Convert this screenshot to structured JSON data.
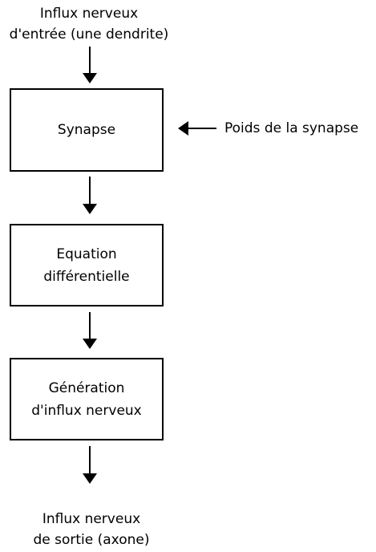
{
  "input_label": {
    "line1": "Influx nerveux",
    "line2": "d'entrée (une dendrite)"
  },
  "boxes": [
    {
      "lines": [
        "Synapse"
      ]
    },
    {
      "lines": [
        "Equation",
        "différentielle"
      ]
    },
    {
      "lines": [
        "Génération",
        "d'influx nerveux"
      ]
    }
  ],
  "weight_label": "Poids de la synapse",
  "output_label": {
    "line1": "Influx nerveux",
    "line2": "de sortie (axone)"
  }
}
